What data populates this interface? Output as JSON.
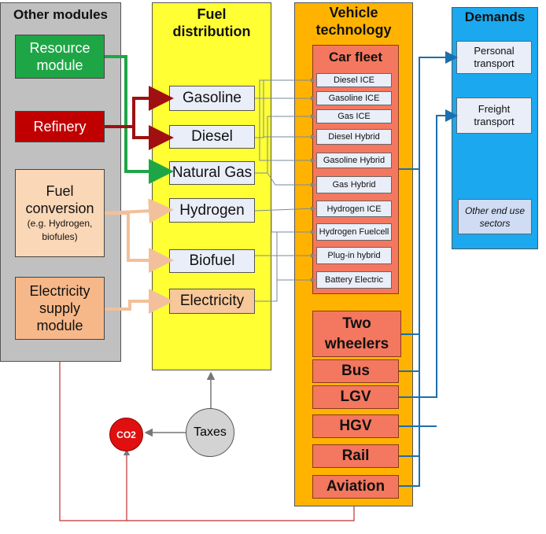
{
  "panels": {
    "other_modules": {
      "title": "Other modules",
      "color": "#c0c0c0"
    },
    "fuel_distribution": {
      "title_line1": "Fuel",
      "title_line2": "distribution",
      "color": "#ffff33"
    },
    "vehicle_technology": {
      "title_line1": "Vehicle",
      "title_line2": "technology",
      "color": "#ffb300"
    },
    "demands": {
      "title": "Demands",
      "color": "#1ba8ee"
    }
  },
  "modules": {
    "resource": {
      "line1": "Resource",
      "line2": "module",
      "color": "#1ea646"
    },
    "refinery": {
      "label": "Refinery",
      "color": "#c00000"
    },
    "fuel_conversion": {
      "line1": "Fuel",
      "line2": "conversion",
      "line3": "(e.g. Hydrogen,",
      "line4": "biofules)",
      "color": "#fad7b7"
    },
    "electricity_supply": {
      "line1": "Electricity",
      "line2": "supply",
      "line3": "module",
      "color": "#f7b889"
    }
  },
  "fuels": {
    "gasoline": "Gasoline",
    "diesel": "Diesel",
    "natural_gas": "Natural Gas",
    "hydrogen": "Hydrogen",
    "biofuel": "Biofuel",
    "electricity": "Electricity"
  },
  "car_fleet": {
    "title": "Car fleet",
    "color": "#f4775f",
    "technologies": {
      "diesel_ice": "Diesel ICE",
      "gasoline_ice": "Gasoline ICE",
      "gas_ice": "Gas ICE",
      "diesel_hybrid": "Diesel Hybrid",
      "gasoline_hybrid": "Gasoline Hybrid",
      "gas_hybrid": "Gas Hybrid",
      "hydrogen_ice": "Hydrogen ICE",
      "hydrogen_fuelcell": "Hydrogen Fuelcell",
      "plugin_hybrid": "Plug-in hybrid",
      "battery_electric": "Battery Electric"
    }
  },
  "modes": {
    "two_wheelers_line1": "Two",
    "two_wheelers_line2": "wheelers",
    "bus": "Bus",
    "lgv": "LGV",
    "hgv": "HGV",
    "rail": "Rail",
    "aviation": "Aviation"
  },
  "demands": {
    "personal_line1": "Personal",
    "personal_line2": "transport",
    "freight_line1": "Freight",
    "freight_line2": "transport",
    "other_line1": "Other end use",
    "other_line2": "sectors"
  },
  "taxes": "Taxes",
  "co2": "CO2",
  "colors": {
    "resource_arrow": "#1ea646",
    "refinery_arrow": "#a01010",
    "conversion_arrow": "#f2c09a",
    "demand_arrow": "#1b6fae",
    "co2_line": "#c03030",
    "co2_fill": "#e01010",
    "taxes_fill": "#d3d3d3"
  }
}
